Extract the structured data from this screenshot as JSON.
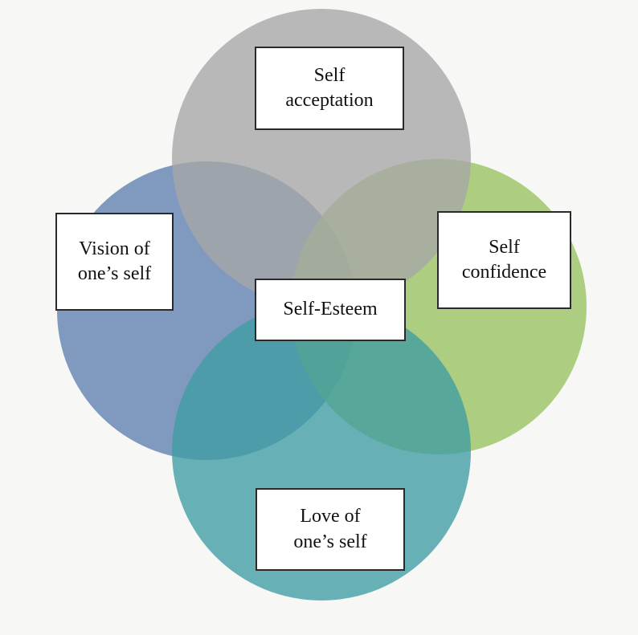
{
  "diagram": {
    "center": {
      "label": "Self-Esteem"
    },
    "circles": [
      {
        "id": "top",
        "line1": "Self",
        "line2": "acceptation",
        "color": "#a6a6a6"
      },
      {
        "id": "left",
        "line1": "Vision of",
        "line2": "one’s self",
        "color": "#5f7fae"
      },
      {
        "id": "right",
        "line1": "Self",
        "line2": "confidence",
        "color": "#98c160"
      },
      {
        "id": "bottom",
        "line1": "Love of",
        "line2": "one’s self",
        "color": "#3f9ca3"
      }
    ]
  }
}
